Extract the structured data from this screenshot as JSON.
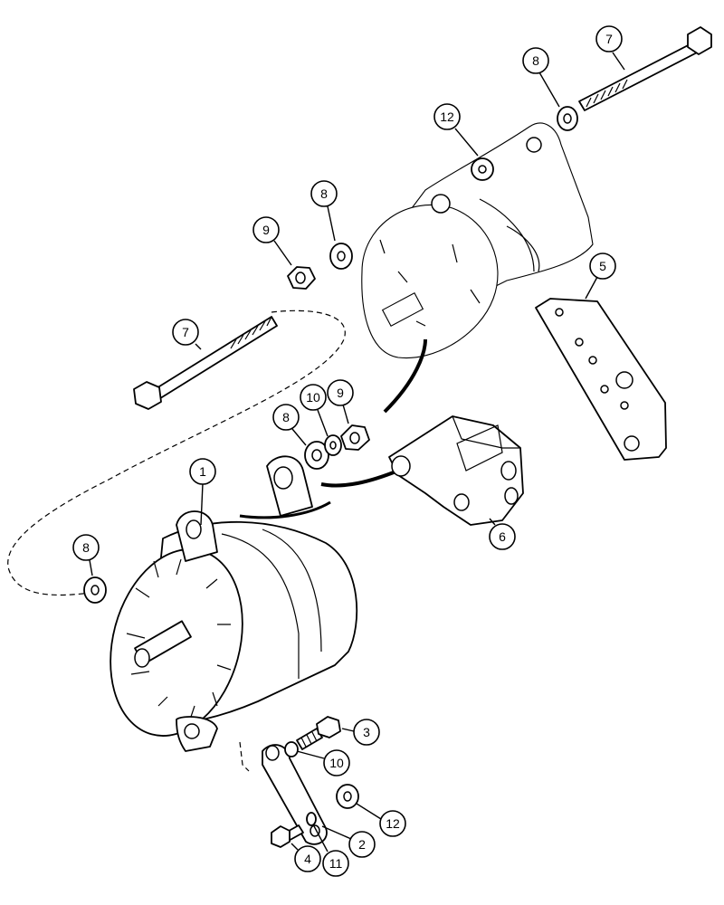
{
  "callouts": [
    {
      "id": "c7-top",
      "label": "7"
    },
    {
      "id": "c8-top",
      "label": "8"
    },
    {
      "id": "c12-top",
      "label": "12"
    },
    {
      "id": "c8-mid",
      "label": "8"
    },
    {
      "id": "c9-mid",
      "label": "9"
    },
    {
      "id": "c5",
      "label": "5"
    },
    {
      "id": "c7-mid",
      "label": "7"
    },
    {
      "id": "c8-lower",
      "label": "8"
    },
    {
      "id": "c10-mid",
      "label": "10"
    },
    {
      "id": "c9-lower",
      "label": "9"
    },
    {
      "id": "c1",
      "label": "1"
    },
    {
      "id": "c6",
      "label": "6"
    },
    {
      "id": "c8-left",
      "label": "8"
    },
    {
      "id": "c3",
      "label": "3"
    },
    {
      "id": "c10-low",
      "label": "10"
    },
    {
      "id": "c12-low",
      "label": "12"
    },
    {
      "id": "c2",
      "label": "2"
    },
    {
      "id": "c4",
      "label": "4"
    },
    {
      "id": "c11",
      "label": "11"
    }
  ]
}
